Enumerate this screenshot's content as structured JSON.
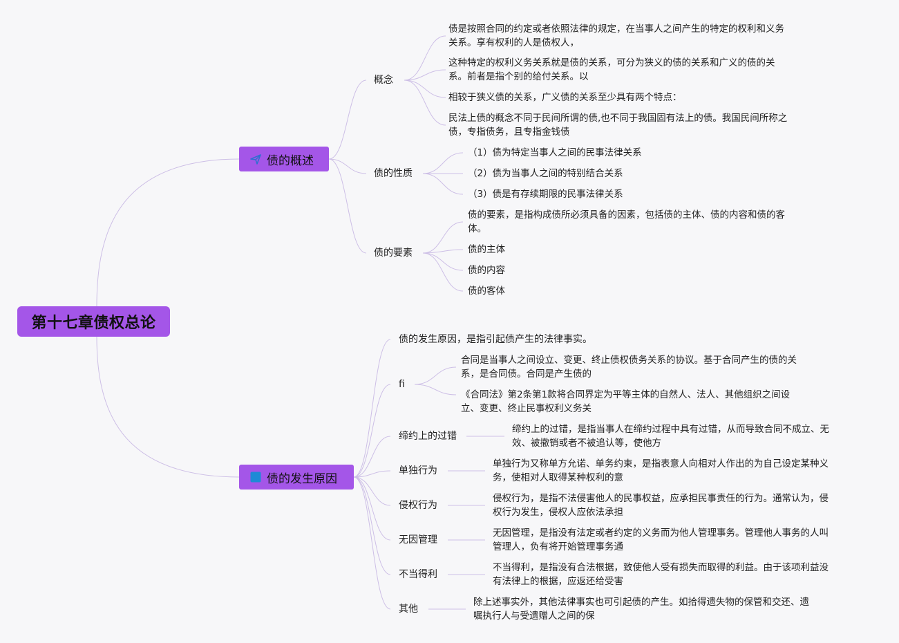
{
  "root": {
    "title": "第十七章债权总论"
  },
  "branches": [
    {
      "label": "债的概述",
      "icon": "paper-plane-icon",
      "children": [
        {
          "label": "概念",
          "leaves": [
            "债是按照合同的约定或者依照法律的规定，在当事人之间产生的特定的权利和义务关系。享有权利的人是债权人，",
            "这种特定的权利义务关系就是债的关系，可分为狭义的债的关系和广义的债的关系。前者是指个别的给付关系。以",
            "相较于狭义债的关系，广义债的关系至少具有两个特点：",
            "民法上债的概念不同于民间所谓的债,也不同于我国固有法上的债。我国民间所称之债，专指债务，且专指金钱债"
          ]
        },
        {
          "label": "债的性质",
          "leaves": [
            "（1）债为特定当事人之间的民事法律关系",
            "（2）债为当事人之间的特别结合关系",
            "（3）债是有存续期限的民事法律关系"
          ]
        },
        {
          "label": "债的要素",
          "leaves": [
            "债的要素，是指构成债所必须具备的因素，包括债的主体、债的内容和债的客体。",
            "债的主体",
            "债的内容",
            "债的客体"
          ]
        }
      ]
    },
    {
      "label": "债的发生原因",
      "icon": "square-icon",
      "children": [
        {
          "label": "债的发生原因，是指引起债产生的法律事实。",
          "leaves": []
        },
        {
          "label": "fi",
          "leaves": [
            "合同是当事人之间设立、变更、终止债权债务关系的协议。基于合同产生的债的关系，是合同债。合同是产生债的",
            "《合同法》第2条第1款将合同界定为平等主体的自然人、法人、其他组织之间设立、变更、终止民事权利义务关"
          ]
        },
        {
          "label": "缔约上的过错",
          "leaves": [
            "缔约上的过错，是指当事人在缔约过程中具有过错，从而导致合同不成立、无效、被撤销或者不被追认等，使他方"
          ]
        },
        {
          "label": "单独行为",
          "leaves": [
            "单独行为又称单方允诺、单务约束，是指表意人向相对人作出的为自己设定某种义务，使相对人取得某种权利的意"
          ]
        },
        {
          "label": "侵权行为",
          "leaves": [
            "侵权行为，是指不法侵害他人的民事权益，应承担民事责任的行为。通常认为，侵权行为发生，侵权人应依法承担"
          ]
        },
        {
          "label": "无因管理",
          "leaves": [
            "无因管理，是指没有法定或者约定的义务而为他人管理事务。管理他人事务的人叫管理人，负有将开始管理事务通"
          ]
        },
        {
          "label": "不当得利",
          "leaves": [
            "不当得利，是指没有合法根据，致使他人受有损失而取得的利益。由于该项利益没有法律上的根据，应返还给受害"
          ]
        },
        {
          "label": "其他",
          "leaves": [
            "除上述事实外，其他法律事实也可引起债的产生。如拾得遗失物的保管和交还、遗嘱执行人与受遗赠人之间的保"
          ]
        }
      ]
    }
  ]
}
